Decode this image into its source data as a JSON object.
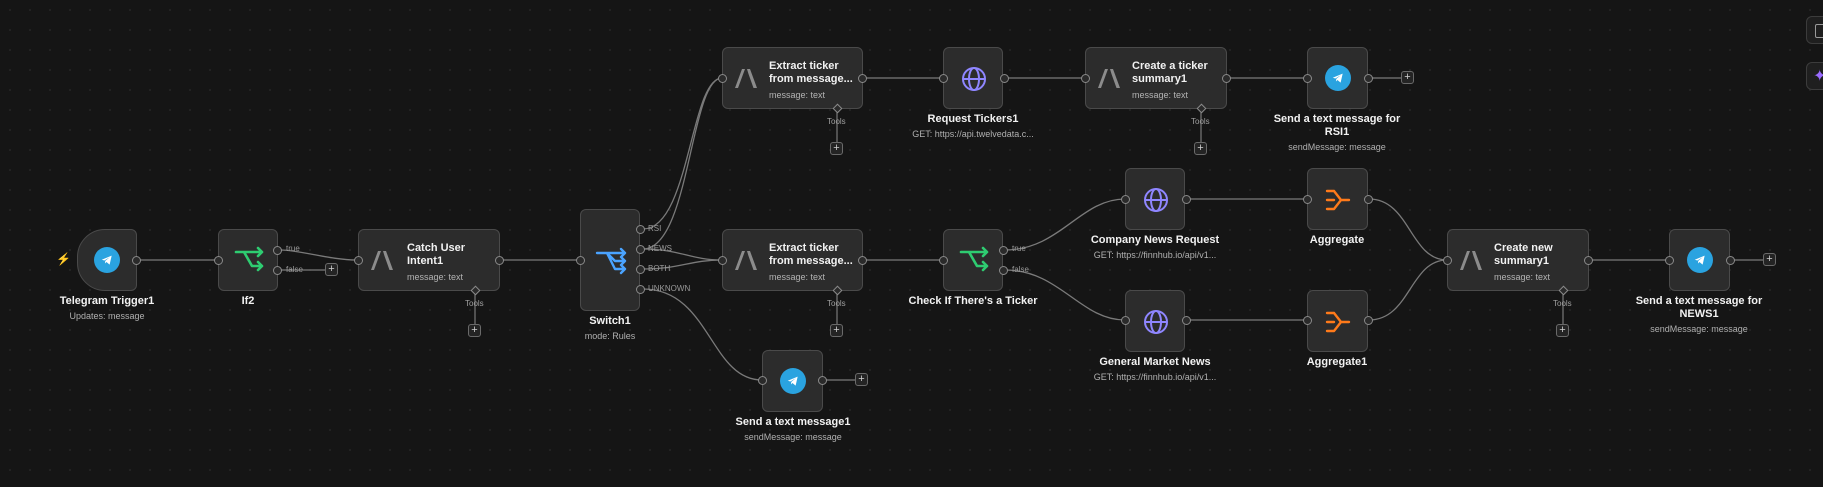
{
  "workflow": {
    "trigger": {
      "title": "Telegram Trigger1",
      "subtitle": "Updates: message"
    },
    "if2": {
      "title": "If2",
      "true_label": "true",
      "false_label": "false"
    },
    "catch_intent": {
      "title_line1": "Catch User",
      "title_line2": "Intent1",
      "subtitle": "message: text",
      "tools_label": "Tools"
    },
    "switch1": {
      "title": "Switch1",
      "subtitle": "mode: Rules",
      "outputs": [
        "RSI",
        "NEWS",
        "BOTH",
        "UNKNOWN"
      ]
    },
    "extract_top": {
      "title_line1": "Extract ticker",
      "title_line2": "from message...",
      "subtitle": "message: text",
      "tools_label": "Tools"
    },
    "extract_mid": {
      "title_line1": "Extract ticker",
      "title_line2": "from message...",
      "subtitle": "message: text",
      "tools_label": "Tools"
    },
    "request_tickers": {
      "title": "Request Tickers1",
      "subtitle": "GET: https://api.twelvedata.c..."
    },
    "create_ticker_summary": {
      "title_line1": "Create a ticker",
      "title_line2": "summary1",
      "subtitle": "message: text",
      "tools_label": "Tools"
    },
    "send_rsi": {
      "title_line1": "Send a text message for",
      "title_line2": "RSI1",
      "subtitle": "sendMessage: message"
    },
    "check_ticker": {
      "title": "Check If There's a Ticker",
      "true_label": "true",
      "false_label": "false"
    },
    "company_news": {
      "title": "Company News Request",
      "subtitle": "GET: https://finnhub.io/api/v1..."
    },
    "general_news": {
      "title": "General Market News",
      "subtitle": "GET: https://finnhub.io/api/v1..."
    },
    "aggregate": {
      "title": "Aggregate"
    },
    "aggregate1": {
      "title": "Aggregate1"
    },
    "create_new_summary": {
      "title_line1": "Create new",
      "title_line2": "summary1",
      "subtitle": "message: text",
      "tools_label": "Tools"
    },
    "send_news": {
      "title_line1": "Send a text message for",
      "title_line2": "NEWS1",
      "subtitle": "sendMessage: message"
    },
    "send_unknown": {
      "title": "Send a text message1",
      "subtitle": "sendMessage: message"
    },
    "add_symbol": "+"
  },
  "colors": {
    "telegram": "#2aa3e0",
    "if_green": "#2ecc71",
    "switch_blue": "#4aa3ff",
    "http_purple": "#8f86ff",
    "aggregate_orange": "#ff7a1a",
    "trigger_bolt": "#f07a2a"
  },
  "icons": [
    "telegram-icon",
    "if-branch-icon",
    "anthropic-icon",
    "switch-icon",
    "globe-icon",
    "aggregate-icon",
    "bolt-icon"
  ]
}
